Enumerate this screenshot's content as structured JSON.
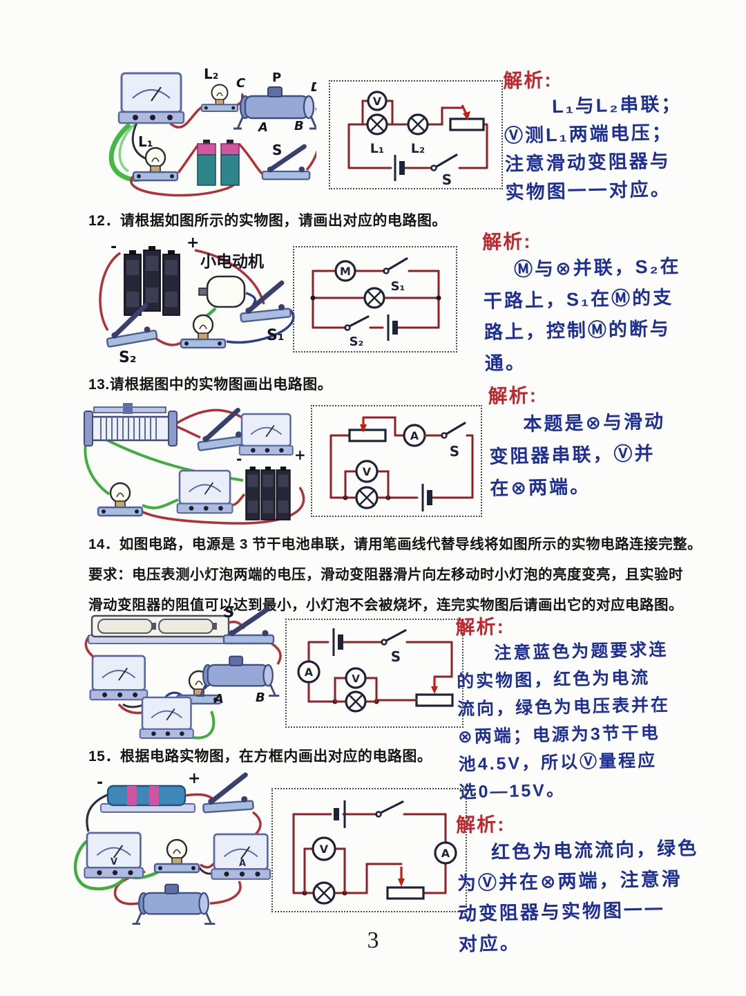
{
  "page": {
    "number": "3"
  },
  "colors": {
    "wire_red": "#8f2026",
    "arrow_red": "#cb1d0e",
    "hand_blue": "#1d2f96",
    "hand_red": "#c1272d"
  },
  "sections": {
    "s11": {
      "illus": {
        "l1": "L₁",
        "l2": "L₂",
        "c": "C",
        "p": "P",
        "d": "D",
        "a": "A",
        "b": "B",
        "s": "S"
      },
      "diagram": {
        "v": "V",
        "l1": "L₁",
        "l2": "L₂",
        "s": "S"
      },
      "analysis": {
        "title": "解析:",
        "lines": [
          "L₁与L₂串联；",
          "Ⓥ测L₁两端电压；",
          "注意滑动变阻器与",
          "实物图一一对应。"
        ]
      }
    },
    "s12": {
      "question": "12．请根据如图所示的实物图，请画出对应的电路图。",
      "illus": {
        "motor": "小电动机",
        "s1": "S₁",
        "s2": "S₂",
        "plus": "+",
        "minus": "-"
      },
      "diagram": {
        "m": "M",
        "s1": "S₁",
        "s2": "S₂"
      },
      "analysis": {
        "title": "解析:",
        "lines": [
          "Ⓜ与⊗并联，S₂在",
          "干路上，S₁在Ⓜ的支",
          "路上，控制Ⓜ的断与",
          "通。"
        ]
      }
    },
    "s13": {
      "question": "13.请根据图中的实物图画出电路图。",
      "illus": {
        "plus": "+",
        "minus": "-"
      },
      "diagram": {
        "a": "A",
        "v": "V",
        "s": "S"
      },
      "analysis": {
        "title": "解析:",
        "lines": [
          "本题是⊗与滑动",
          "变阻器串联，Ⓥ并",
          "在⊗两端。"
        ]
      }
    },
    "s14": {
      "question_lines": [
        "14．如图电路，电源是 3 节干电池串联，请用笔画线代替导线将如图所示的实物电路连接完整。",
        "要求：电压表测小灯泡两端的电压，滑动变阻器滑片向左移动时小灯泡的亮度变亮，且实验时",
        "滑动变阻器的阻值可以达到最小，小灯泡不会被烧坏，连完实物图后请画出它的对应电路图。"
      ],
      "illus": {
        "s": "S",
        "a": "A",
        "b": "B"
      },
      "diagram": {
        "a": "A",
        "v": "V",
        "s": "S"
      },
      "analysis": {
        "title": "解析:",
        "lines": [
          "注意蓝色为题要求连",
          "的实物图，红色为电流",
          "流向，绿色为电压表并在",
          "⊗两端；电源为3节干电",
          "池4.5V，所以Ⓥ量程应",
          "选0—15V。"
        ]
      }
    },
    "s15": {
      "question": "15．根据电路实物图，在方框内画出对应的电路图。",
      "illus": {
        "plus": "+",
        "minus": "-",
        "v": "V",
        "a": "A"
      },
      "diagram": {
        "a": "A",
        "v": "V"
      },
      "analysis": {
        "title": "解析:",
        "lines": [
          "红色为电流流向，绿色",
          "为Ⓥ并在⊗两端，注意滑",
          "动变阻器与实物图一一",
          "对应。"
        ]
      }
    }
  }
}
